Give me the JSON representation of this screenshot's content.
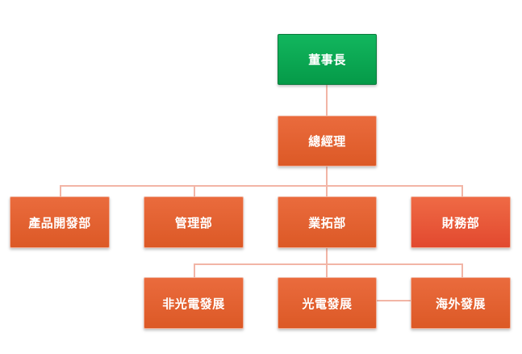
{
  "org_chart": {
    "chairman": "董事長",
    "general_manager": "總經理",
    "departments": [
      "產品開發部",
      "管理部",
      "業拓部",
      "財務部"
    ],
    "business_expansion_units": [
      "非光電發展",
      "光電發展",
      "海外發展"
    ]
  },
  "colors": {
    "chairman_fill": "#059a48",
    "node_fill": "#dc5926",
    "finance_fill": "#e2492f",
    "connector": "#f2b5a6"
  }
}
